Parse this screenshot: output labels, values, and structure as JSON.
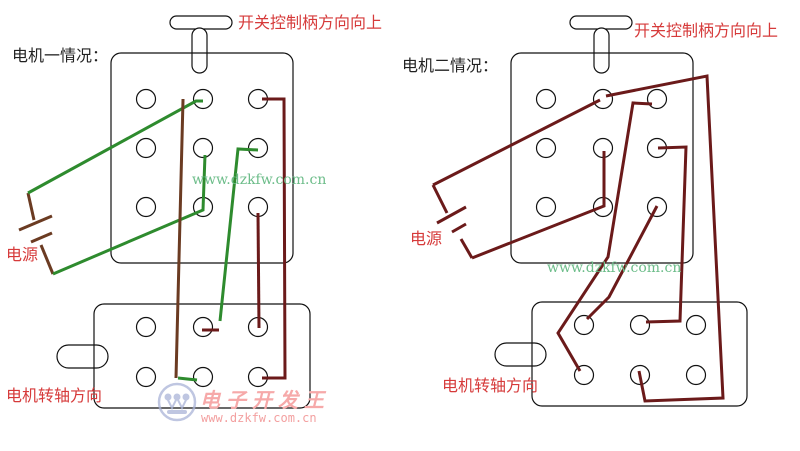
{
  "motor1": {
    "title": "电机一情况：",
    "switch_label": "开关控制柄方向向上",
    "power_label": "电源",
    "shaft_label": "电机转轴方向",
    "watermark": "www.dzkfw.com.cn"
  },
  "motor2": {
    "title": "电机二情况：",
    "switch_label": "开关控制柄方向向上",
    "power_label": "电源",
    "shaft_label": "电机转轴方向",
    "watermark": "www.dzkfw.com.cn"
  },
  "logo": {
    "text": "电子开发王",
    "url": "www.dzkfw.com.cn"
  },
  "colors": {
    "outline": "#111111",
    "wire_red": "#6b1a1a",
    "wire_brown": "#6b3b22",
    "wire_green": "#2e8b2e",
    "label_red": "#d63a3a",
    "watermark_green": "#6dbd8a",
    "watermark_pink": "#f3a0a0",
    "logo_blue": "#aab4d8"
  }
}
